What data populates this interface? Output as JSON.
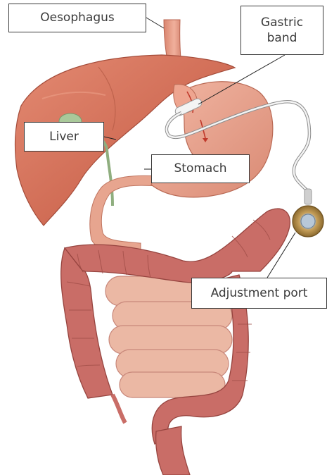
{
  "labels": {
    "oesophagus": "Oesophagus",
    "gastric_band_line1": "Gastric",
    "gastric_band_line2": "band",
    "liver": "Liver",
    "stomach": "Stomach",
    "adjustment_port": "Adjustment port"
  },
  "colors": {
    "liver": "#d2705a",
    "stomach": "#e7a08c",
    "large_intestine": "#c86b66",
    "small_intestine": "#eab6a2",
    "gallbladder": "#a7c79a",
    "tube": "#f2f2f2",
    "port_ring": "#c29a55"
  }
}
